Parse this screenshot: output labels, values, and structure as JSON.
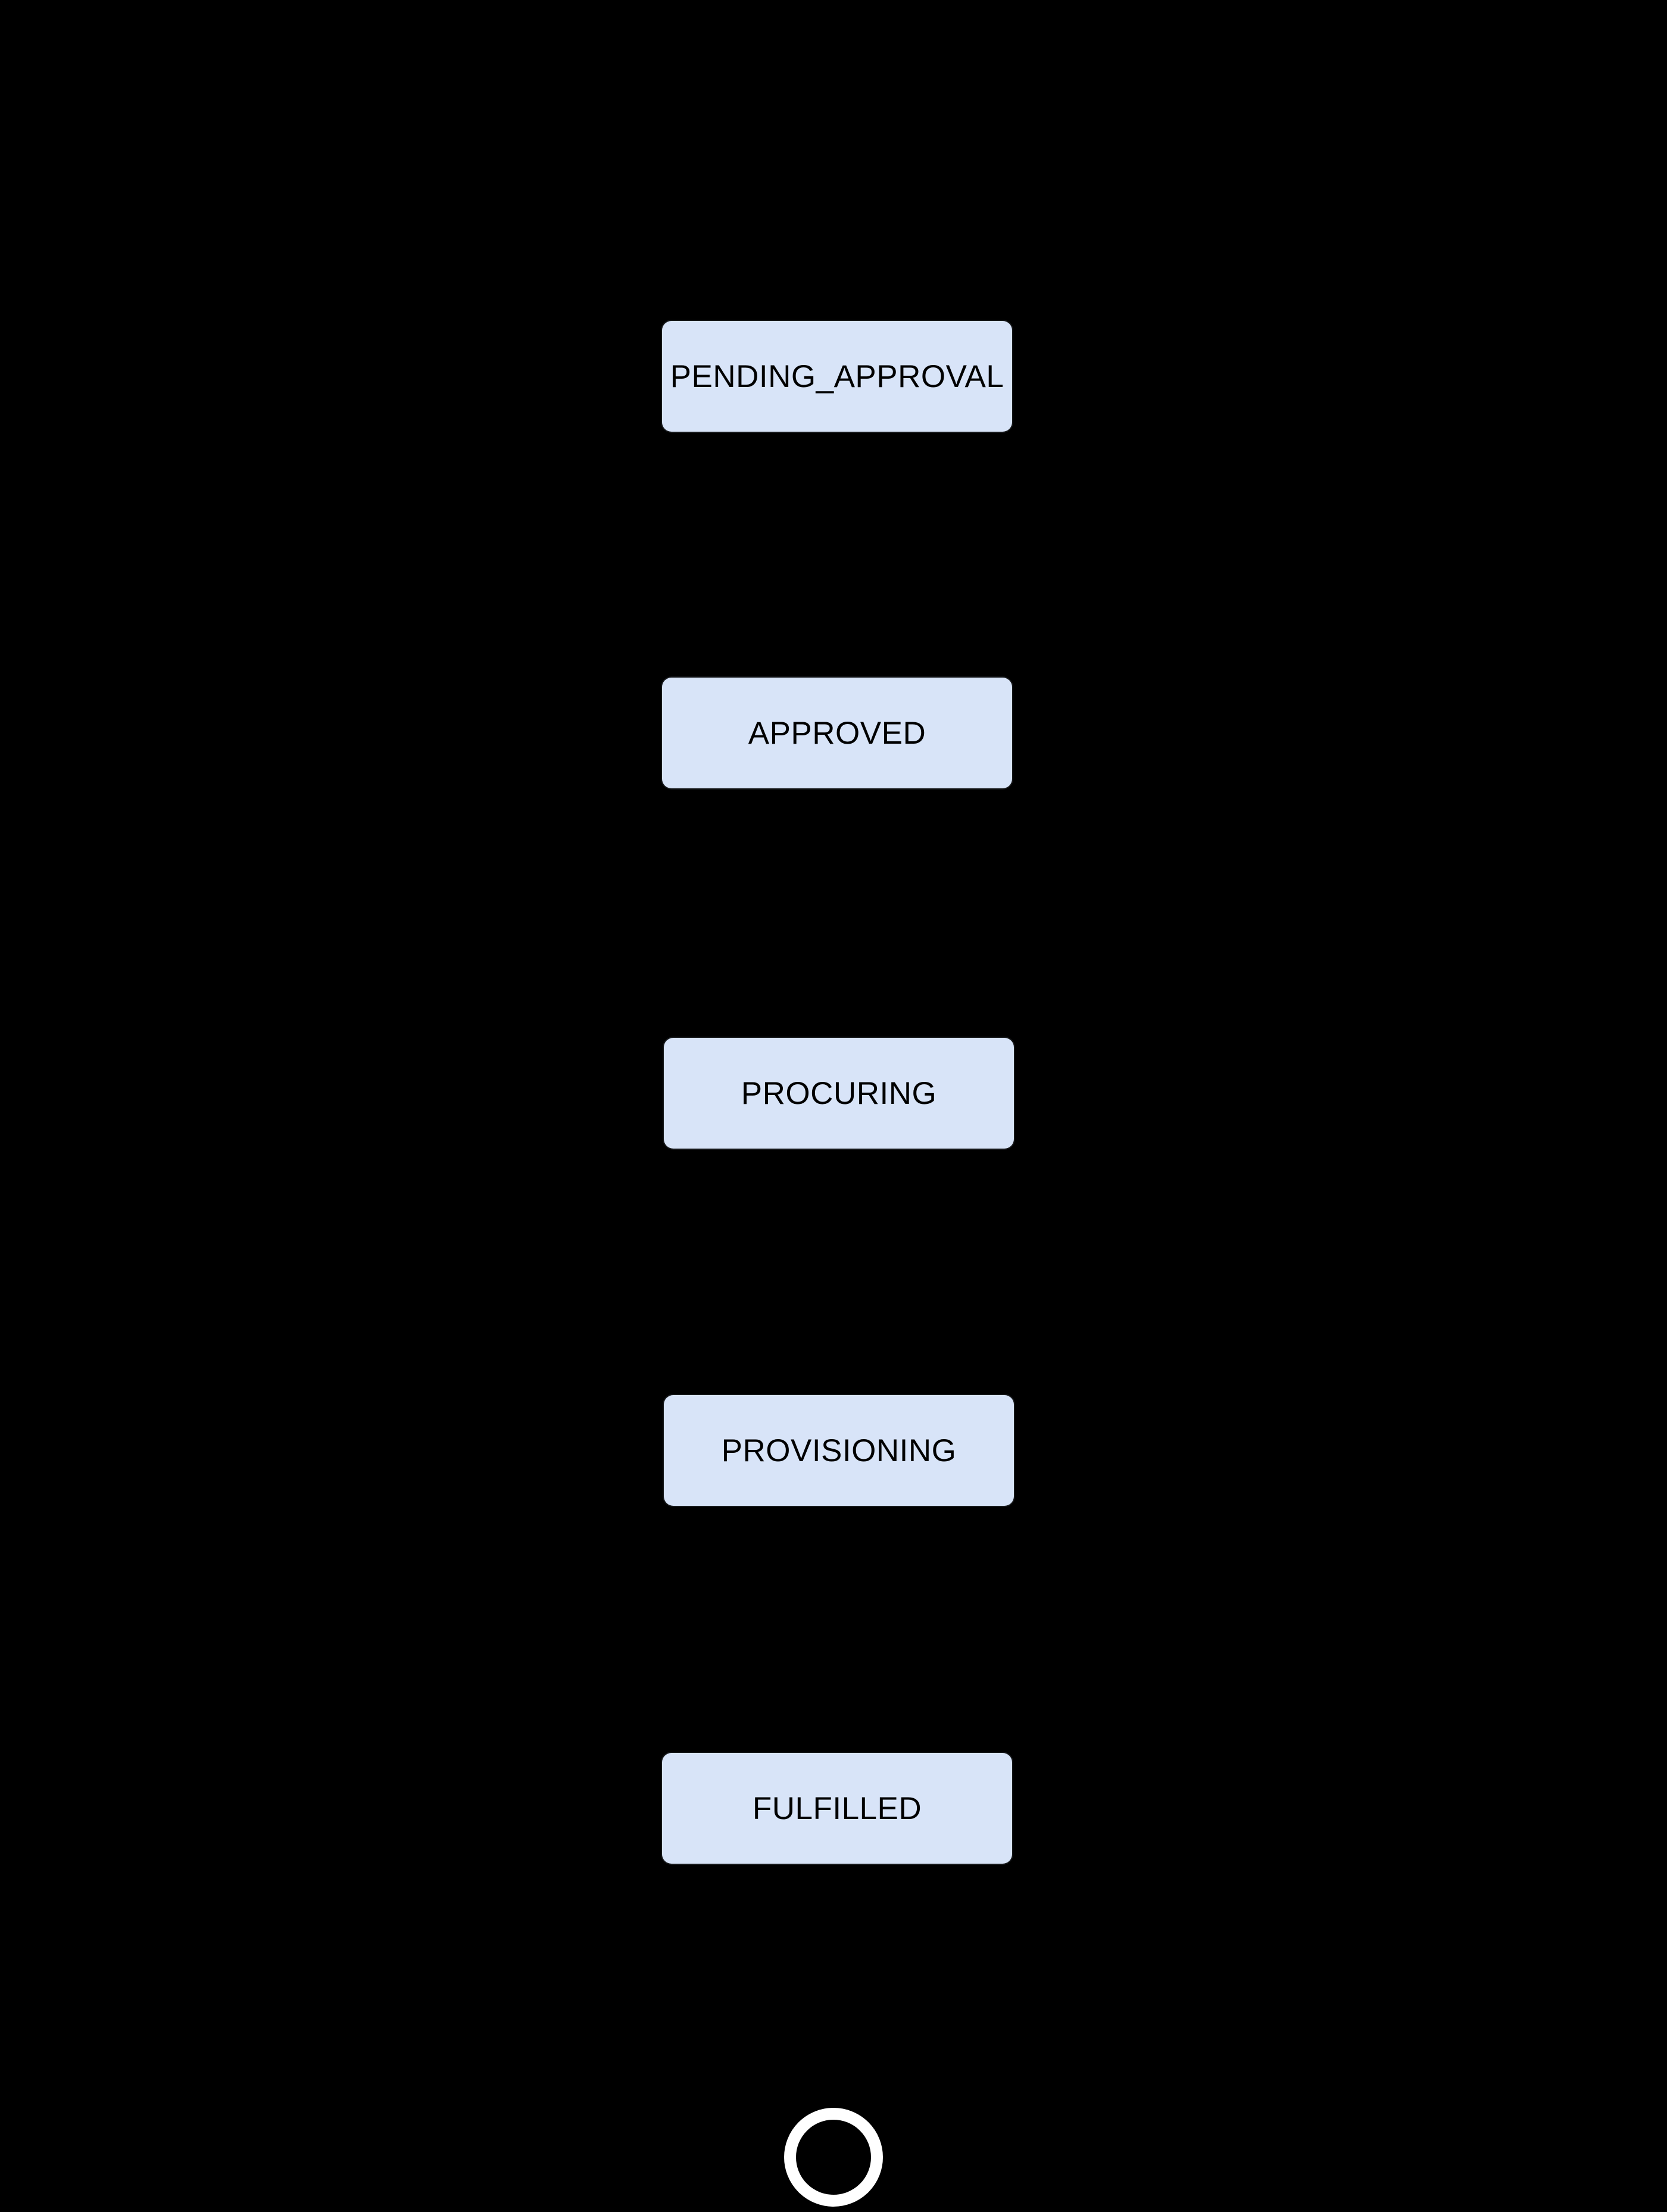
{
  "diagram": {
    "type": "state-flow",
    "colors": {
      "background": "#000000",
      "node_fill": "#d8e4f8",
      "node_text": "#000000",
      "terminal_ring": "#ffffff"
    },
    "nodes": [
      {
        "label": "PENDING_APPROVAL"
      },
      {
        "label": "APPROVED"
      },
      {
        "label": "PROCURING"
      },
      {
        "label": "PROVISIONING"
      },
      {
        "label": "FULFILLED"
      }
    ],
    "terminal": {
      "shape": "final-state-circle"
    }
  }
}
